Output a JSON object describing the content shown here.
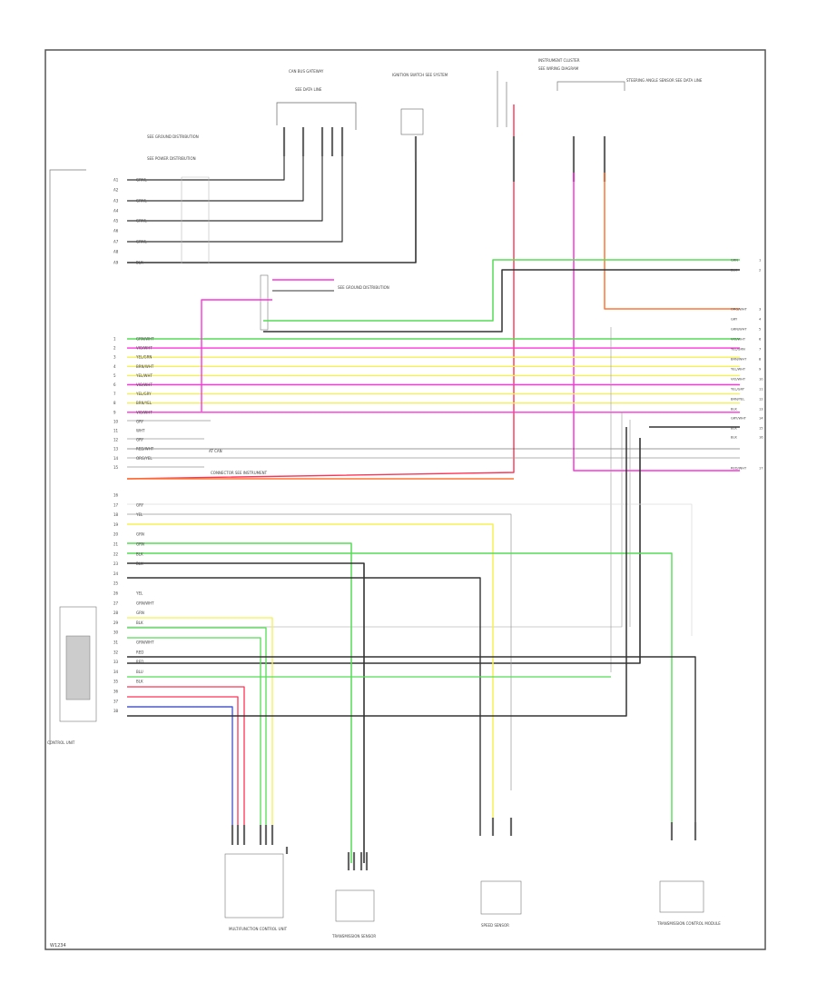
{
  "page": {
    "footer_code": "W1234"
  },
  "pins": {
    "upper": [
      "A1",
      "A2",
      "A3",
      "A4",
      "A5",
      "A6",
      "A7",
      "A8",
      "A9"
    ],
    "mid": [
      "1",
      "2",
      "3",
      "4",
      "5",
      "6",
      "7",
      "8",
      "9",
      "10",
      "11",
      "12",
      "13",
      "14",
      "15"
    ],
    "lower": [
      "16",
      "17",
      "18",
      "19",
      "20",
      "21",
      "22",
      "23",
      "24",
      "25",
      "26",
      "27",
      "28",
      "29",
      "30",
      "31",
      "32",
      "33",
      "34",
      "35",
      "36",
      "37",
      "38"
    ]
  },
  "wires": {
    "upper": [
      "GRY/L",
      "",
      "GRY/L",
      "",
      "GRY/L",
      "",
      "GRY/L",
      "",
      "BLK"
    ],
    "mid": [
      "GRN/WHT",
      "VIO/WHT",
      "YEL/GRN",
      "BRN/WHT",
      "YEL/WHT",
      "VIO/WHT",
      "YEL/GRY",
      "BRN/YEL",
      "VIO/WHT",
      "GRY",
      "WHT",
      "GRY",
      "RED/WHT",
      "ORG/YEL",
      ""
    ],
    "lower": [
      "",
      "GRY",
      "YEL",
      "",
      "GRN",
      "GRN",
      "BLK",
      "BLK",
      "",
      "",
      "YEL",
      "GRN/WHT",
      "GRN",
      "BLK",
      "",
      "GRN/WHT",
      "RED",
      "RED",
      "BLU",
      "BLK",
      "",
      "",
      ""
    ],
    "right": [
      "GRN",
      "BLK",
      "ORG/WHT",
      "GRY",
      "GRN/WHT",
      "VIO/WHT",
      "YEL/GRN",
      "BRN/WHT",
      "YEL/WHT",
      "VIO/WHT",
      "YEL/GRY",
      "BRN/YEL",
      "BLK",
      "GRY/WHT",
      "BLK",
      "BLK",
      "RED/WHT"
    ]
  },
  "components": {
    "top_left_note_a": "SEE GROUND DISTRIBUTION",
    "top_left_note_b": "SEE POWER DISTRIBUTION",
    "top_module": "CAN BUS GATEWAY",
    "top_module_sub": "SEE DATA LINE",
    "top_center": "IGNITION SWITCH SEE SYSTEM",
    "top_right": "INSTRUMENT CLUSTER",
    "top_right_sub": "SEE WIRING DIAGRAM",
    "top_right_box": "STEERING ANGLE SENSOR SEE DATA LINE",
    "splice_label": "SEE GROUND DISTRIBUTION",
    "ctrl_unit": "CONTROL UNIT",
    "mid_label_a": "AT CAN",
    "mid_label_b": "CONNECTOR SEE INSTRUMENT",
    "bottom_1": "MULTIFUNCTION CONTROL UNIT",
    "bottom_2": "TRANSMISSION SENSOR",
    "bottom_3": "SPEED SENSOR",
    "bottom_4": "TRANSMISSION CONTROL MODULE",
    "colors": {
      "frame": "#555555",
      "pink": "#ff33dd",
      "green": "#55dd55",
      "yellow": "#f5f055",
      "orange": "#ff7733",
      "red": "#ff3355",
      "blue": "#4455ff",
      "black": "#333333",
      "gray": "#999999"
    }
  }
}
